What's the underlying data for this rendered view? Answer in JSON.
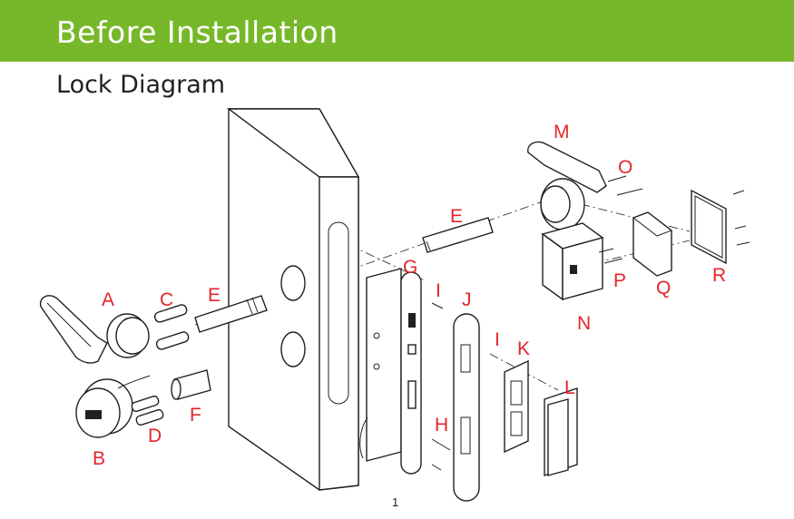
{
  "header": {
    "title": "Before Installation"
  },
  "section": {
    "title": "Lock Diagram"
  },
  "diagram": {
    "labels": {
      "A": "A",
      "B": "B",
      "C": "C",
      "D": "D",
      "E1": "E",
      "E2": "E",
      "F": "F",
      "G": "G",
      "H": "H",
      "I1": "I",
      "I2": "I",
      "J": "J",
      "K": "K",
      "L": "L",
      "M": "M",
      "N": "N",
      "O": "O",
      "P": "P",
      "Q": "Q",
      "R": "R"
    },
    "label_color": "#e3262b",
    "banner_color": "#77b82a"
  },
  "footer": {
    "page_number": "1"
  }
}
